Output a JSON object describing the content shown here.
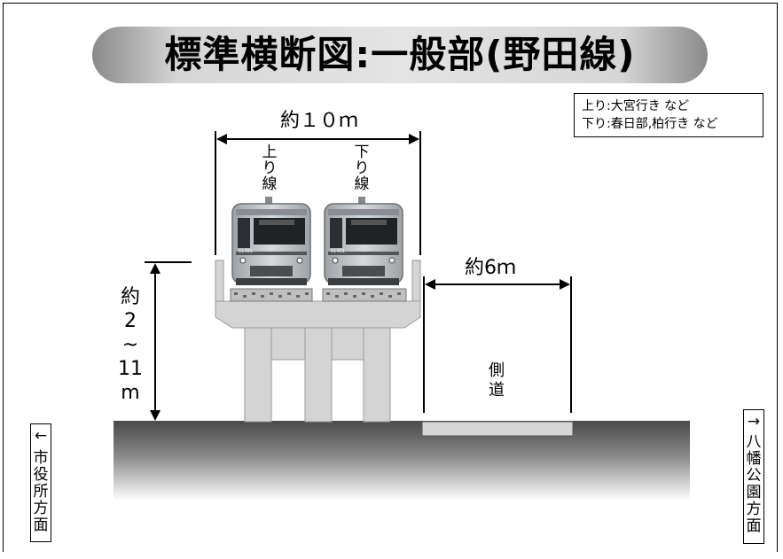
{
  "title": "標準横断図:一般部(野田線)",
  "legend": {
    "line1": "上り:大宮行き など",
    "line2": "下り:春日部,柏行き など"
  },
  "labels": {
    "width_total": "約１０ｍ",
    "height": [
      "約",
      "2",
      "~",
      "11",
      "m"
    ],
    "side_width": "約6ｍ",
    "up_line": [
      "上",
      "り",
      "線"
    ],
    "down_line": [
      "下",
      "り",
      "線"
    ],
    "side_road": [
      "側",
      "道"
    ]
  },
  "direction": {
    "left": [
      "←",
      "市",
      "役",
      "所",
      "方",
      "面"
    ],
    "right": [
      "→",
      "八",
      "幡",
      "公",
      "園",
      "方",
      "面"
    ]
  },
  "train": {
    "number": "61401"
  },
  "colors": {
    "ground": "#555555",
    "viaduct": "#d4d4d4",
    "train_body": "#c9ccce"
  }
}
